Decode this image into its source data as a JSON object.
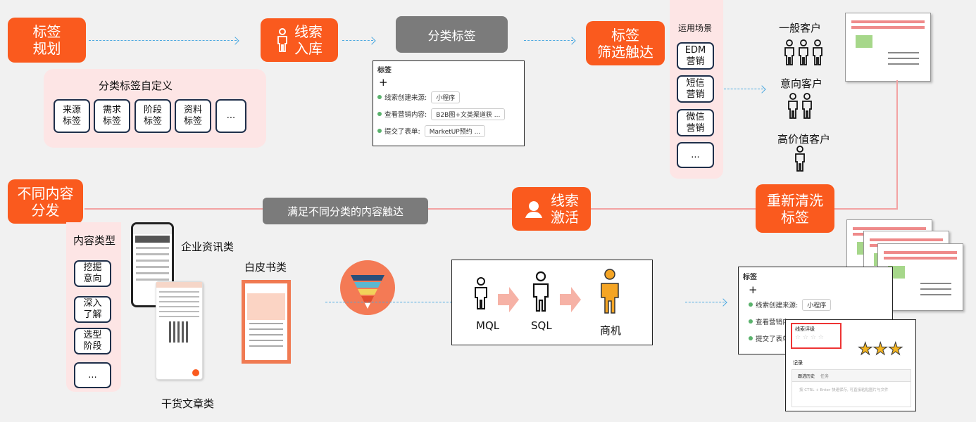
{
  "top": {
    "tag_planning": [
      "标签",
      "规划"
    ],
    "lead_intake": [
      "线索",
      "入库"
    ],
    "classify_tag": "分类标签",
    "tag_filter": [
      "标签",
      "筛选触达"
    ],
    "custom_panel_title": "分类标签自定义",
    "custom_tags": [
      [
        "来源",
        "标签"
      ],
      [
        "需求",
        "标签"
      ],
      [
        "阶段",
        "标签"
      ],
      [
        "资料",
        "标签"
      ],
      [
        "..."
      ]
    ],
    "tag_panel": {
      "title": "标签",
      "plus": "+",
      "rows": [
        {
          "label": "线索创建来源:",
          "chip": "小程序"
        },
        {
          "label": "查看营销内容:",
          "chip": "B2B图+文类渠道获 ..."
        },
        {
          "label": "提交了表单:",
          "chip": "MarketUP预约 ..."
        }
      ]
    },
    "scenes": {
      "title": "运用场景",
      "items": [
        [
          "EDM",
          "营销"
        ],
        [
          "短信",
          "营销"
        ],
        [
          "微信",
          "营销"
        ],
        [
          "..."
        ]
      ]
    },
    "customers": [
      {
        "label": "一般客户",
        "count": 3
      },
      {
        "label": "意向客户",
        "count": 2
      },
      {
        "label": "高价值客户",
        "count": 1
      }
    ]
  },
  "middle": {
    "content_dist": [
      "不同内容",
      "分发"
    ],
    "banner": "满足不同分类的内容触达",
    "lead_activate": [
      "线索",
      "激活"
    ],
    "retag": [
      "重新清洗",
      "标签"
    ]
  },
  "bottom": {
    "content_types_title": "内容类型",
    "content_types": [
      [
        "挖掘",
        "意向"
      ],
      [
        "深入",
        "了解"
      ],
      [
        "选型",
        "阶段"
      ],
      [
        "..."
      ]
    ],
    "enterprise_news": "企业资讯类",
    "whitepaper": "白皮书类",
    "dry_articles": "干货文章类",
    "funnel_stages": [
      "MQL",
      "SQL",
      "商机"
    ],
    "tag_panel2": {
      "title": "标签",
      "plus": "+",
      "rows": [
        {
          "label": "线索创建来源:",
          "chip": "小程序"
        },
        {
          "label": "查看营销内",
          "chip": ""
        },
        {
          "label": "提交了表单",
          "chip": ""
        }
      ]
    },
    "lead_panel": {
      "rating_label": "线索评级",
      "record_label": "记录",
      "tabs": [
        "跟进历史",
        "任务"
      ],
      "placeholder": "按 CTRL + Enter 快速保存, 可直接粘贴图片与文件"
    },
    "stars": 3
  }
}
